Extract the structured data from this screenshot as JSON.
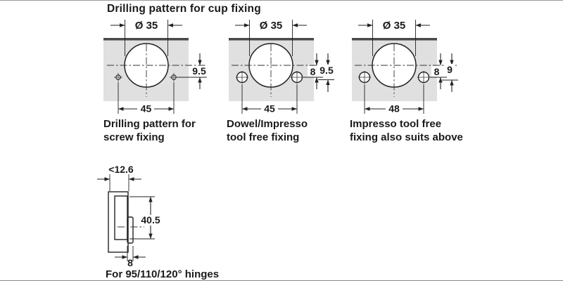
{
  "title": "Drilling pattern for cup fixing",
  "diagrams": [
    {
      "cup_diameter": "Ø 35",
      "screw_offset": "9.5",
      "hole_spacing": "45",
      "caption": [
        "Drilling pattern for",
        "screw fixing"
      ]
    },
    {
      "cup_diameter": "Ø 35",
      "dowel_offset": "8",
      "screw_offset": "9.5",
      "hole_spacing": "45",
      "caption": [
        "Dowel/Impresso",
        "tool free fixing"
      ]
    },
    {
      "cup_diameter": "Ø 35",
      "dowel_offset": "8",
      "screw_offset": "9",
      "hole_spacing": "48",
      "caption": [
        "Impresso tool free",
        "fixing also suits above"
      ]
    }
  ],
  "side_view": {
    "thickness_dim": "<12.6",
    "height_dim": "40.5",
    "protrusion_dim": "8",
    "caption": "For 95/110/120° hinges"
  },
  "colors": {
    "panel_fill": "#e0e0e0",
    "panel_edge": "#4a4a4a",
    "line": "#222222",
    "text": "#1a1a1a"
  }
}
